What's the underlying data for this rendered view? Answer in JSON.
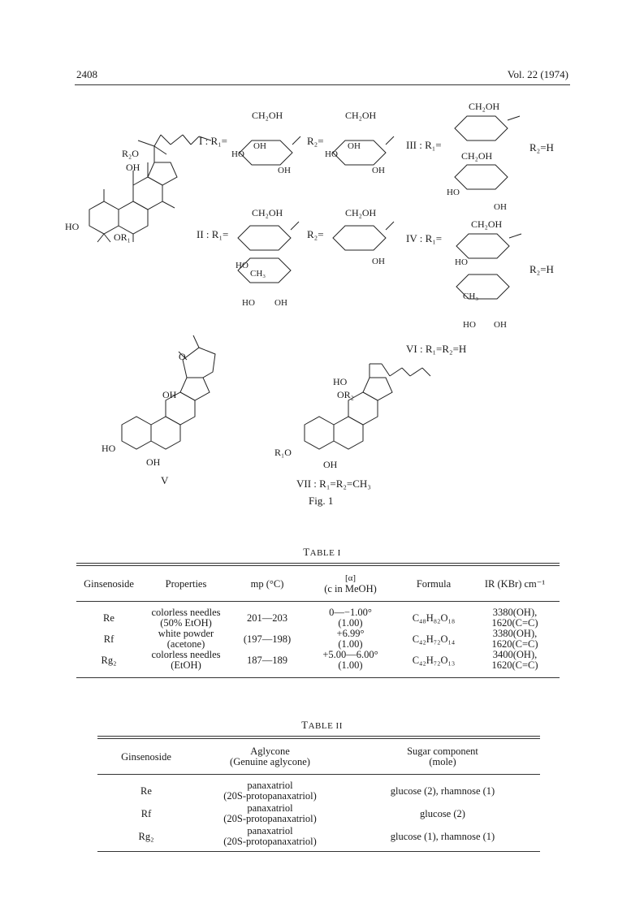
{
  "header": {
    "page_number": "2408",
    "volume": "Vol. 22 (1974)"
  },
  "figure": {
    "caption": "Fig. 1",
    "structure_labels": {
      "I": "I : R₁=",
      "I_r2": "R₂=",
      "II": "II : R₁=",
      "II_r2": "R₂=",
      "III": "III : R₁=",
      "III_r2": "R₂=H",
      "IV": "IV : R₁=",
      "IV_r2": "R₂=H",
      "V": "V",
      "VI": "VI : R₁=R₂=H",
      "VII": "VII : R₁=R₂=CH₃"
    },
    "atoms": {
      "ch2oh": "CH₂OH",
      "oh": "OH",
      "ho": "HO",
      "o": "O",
      "ch3": "CH₃",
      "r2o": "R₂O",
      "or1": "OR₁",
      "or2": "OR₂",
      "r1o": "R₁O"
    }
  },
  "table1": {
    "caption_prefix": "T",
    "caption_rest": "ABLE I",
    "headers": [
      "Ginsenoside",
      "Properties",
      "mp (°C)",
      "[α]²⁰D (c in MeOH)",
      "Formula",
      "IR (KBr) cm⁻¹"
    ],
    "header_alpha_top": "[α]",
    "header_alpha_bottom": "(c in MeOH)",
    "rows": [
      {
        "name": "Re",
        "prop1": "colorless needles",
        "prop2": "(50% EtOH)",
        "mp": "201—203",
        "alpha1": "0—−1.00°",
        "alpha2": "(1.00)",
        "formula": "C₄₈H₈₂O₁₈",
        "ir1": "3380(OH),",
        "ir2": "1620(C=C)"
      },
      {
        "name": "Rf",
        "prop1": "white powder",
        "prop2": "(acetone)",
        "mp": "(197—198)",
        "alpha1": "+6.99°",
        "alpha2": "(1.00)",
        "formula": "C₄₂H₇₂O₁₄",
        "ir1": "3380(OH),",
        "ir2": "1620(C=C)"
      },
      {
        "name": "Rg₂",
        "prop1": "colorless needles",
        "prop2": "(EtOH)",
        "mp": "187—189",
        "alpha1": "+5.00—6.00°",
        "alpha2": "(1.00)",
        "formula": "C₄₂H₇₂O₁₃",
        "ir1": "3400(OH),",
        "ir2": "1620(C=C)"
      }
    ]
  },
  "table2": {
    "caption_prefix": "T",
    "caption_rest": "ABLE II",
    "headers": {
      "col1": "Ginsenoside",
      "col2a": "Aglycone",
      "col2b": "(Genuine aglycone)",
      "col3a": "Sugar component",
      "col3b": "(mole)"
    },
    "rows": [
      {
        "name": "Re",
        "ag1": "panaxatriol",
        "ag2": "(20S-protopanaxatriol)",
        "sugar": "glucose (2), rhamnose (1)"
      },
      {
        "name": "Rf",
        "ag1": "panaxatriol",
        "ag2": "(20S-protopanaxatriol)",
        "sugar": "glucose (2)"
      },
      {
        "name": "Rg₂",
        "ag1": "panaxatriol",
        "ag2": "(20S-protopanaxatriol)",
        "sugar": "glucose (1), rhamnose (1)"
      }
    ]
  }
}
